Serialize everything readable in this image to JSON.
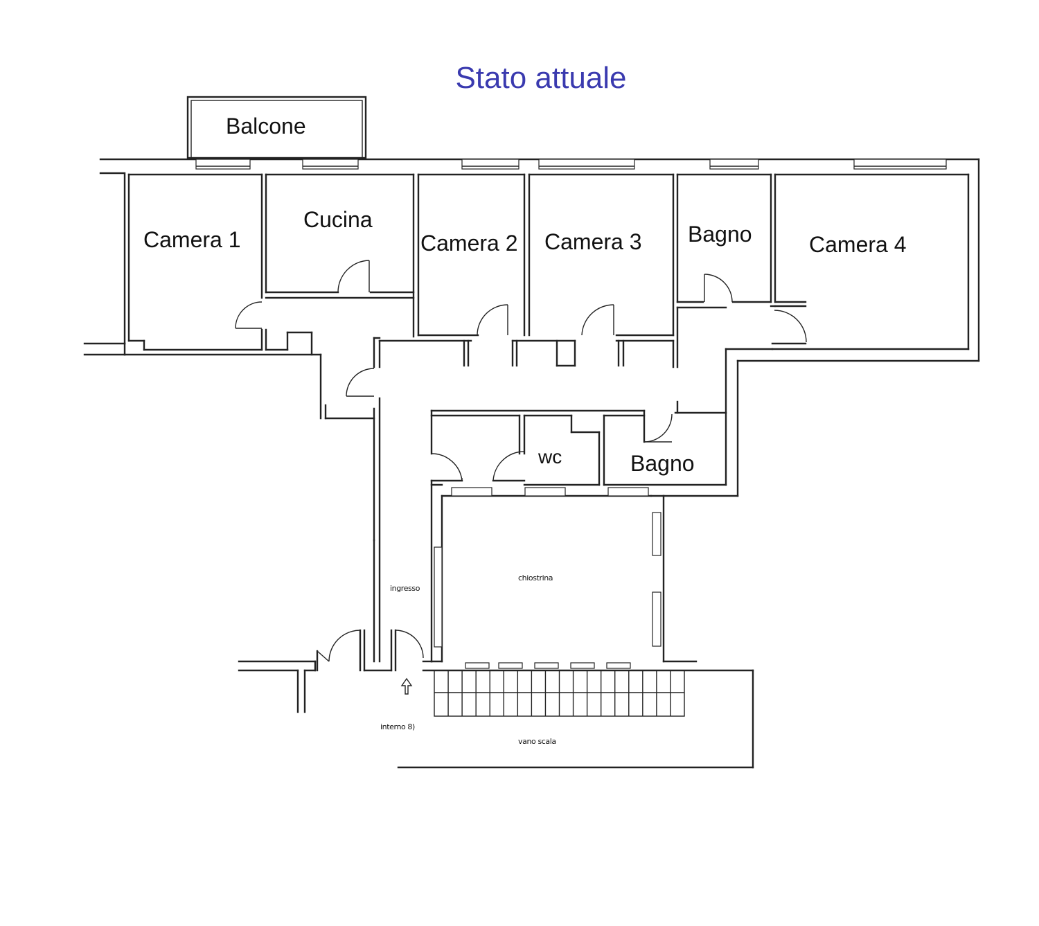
{
  "title": "Stato attuale",
  "rooms": {
    "balcone": "Balcone",
    "camera1": "Camera 1",
    "cucina": "Cucina",
    "camera2": "Camera 2",
    "camera3": "Camera 3",
    "bagno_top": "Bagno",
    "camera4": "Camera 4",
    "wc": "wc",
    "bagno_bottom": "Bagno"
  },
  "small_labels": {
    "ingresso": "ingresso",
    "chiostrina": "chiostrina",
    "interno": "interno 8)",
    "vano_scala": "vano scala"
  },
  "colors": {
    "title": "#3a3aaf",
    "lines": "#222222"
  }
}
